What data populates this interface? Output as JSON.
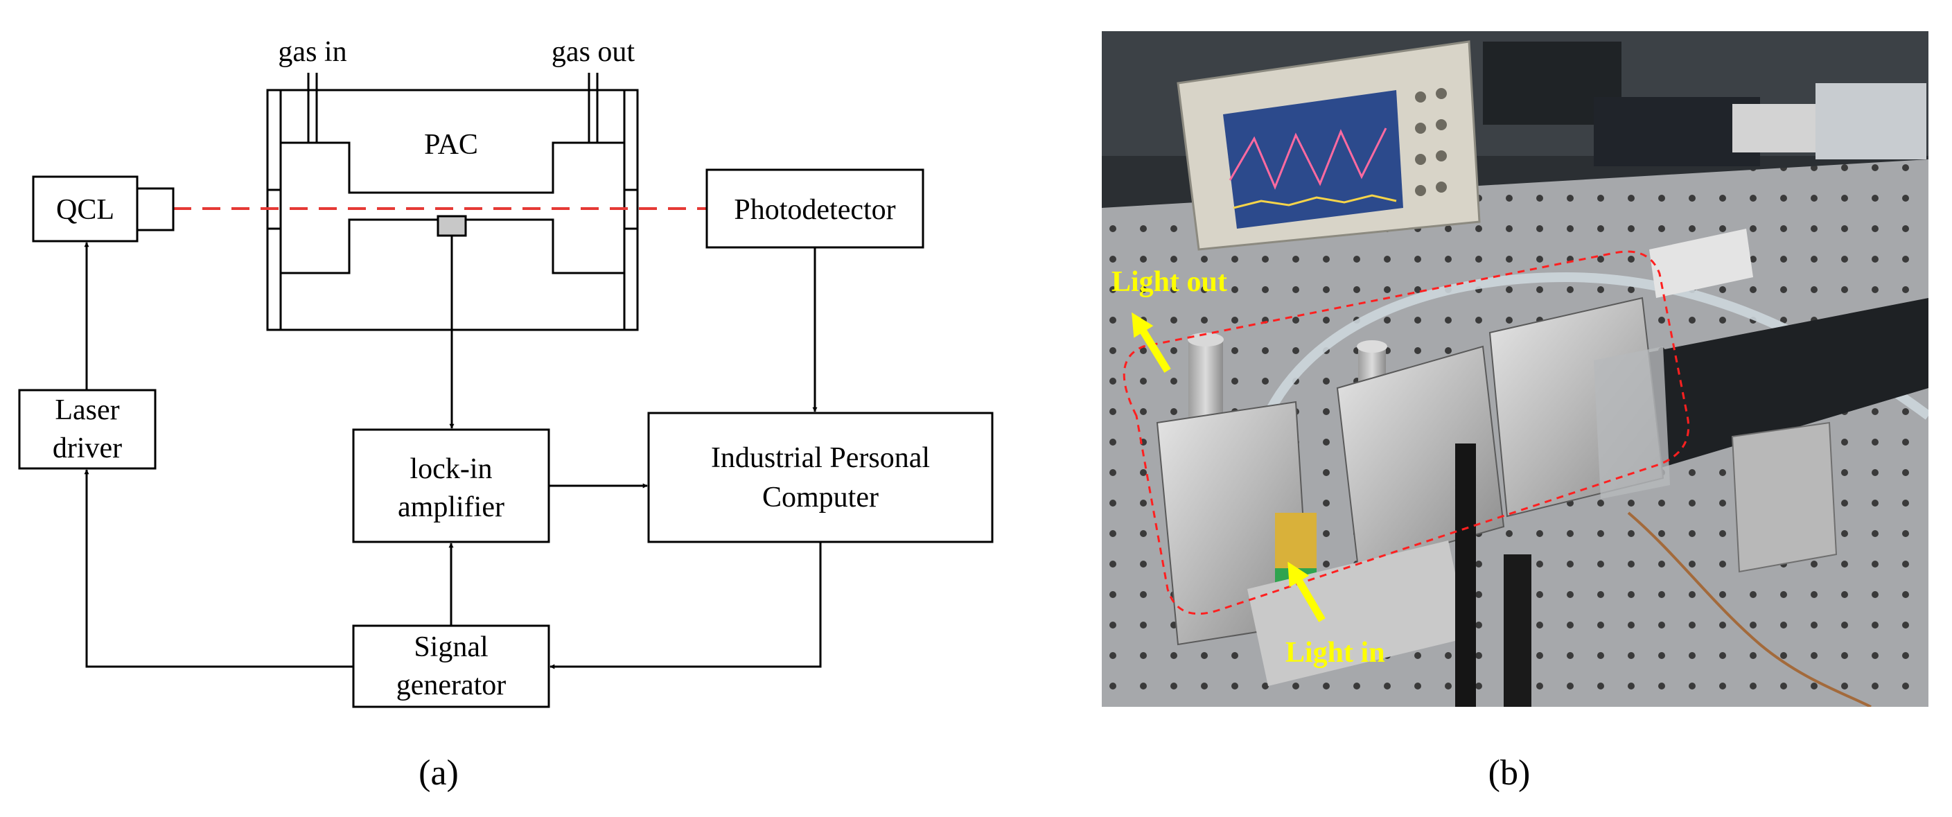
{
  "diagram": {
    "labels": {
      "gas_in": "gas in",
      "gas_out": "gas out",
      "pac": "PAC",
      "qcl": "QCL",
      "photodetector": "Photodetector",
      "laser_driver": [
        "Laser",
        "driver"
      ],
      "lockin": [
        "lock-in",
        "amplifier"
      ],
      "ipc": [
        "Industrial Personal",
        "Computer"
      ],
      "signal_gen": [
        "Signal",
        "generator"
      ]
    },
    "caption": "(a)"
  },
  "photo": {
    "light_out": "Light out",
    "light_in": "Light in",
    "caption": "(b)"
  },
  "colors": {
    "laser_beam": "#e53935",
    "photo_annotation": "#ffff00",
    "highlight_outline": "#ff2020"
  }
}
